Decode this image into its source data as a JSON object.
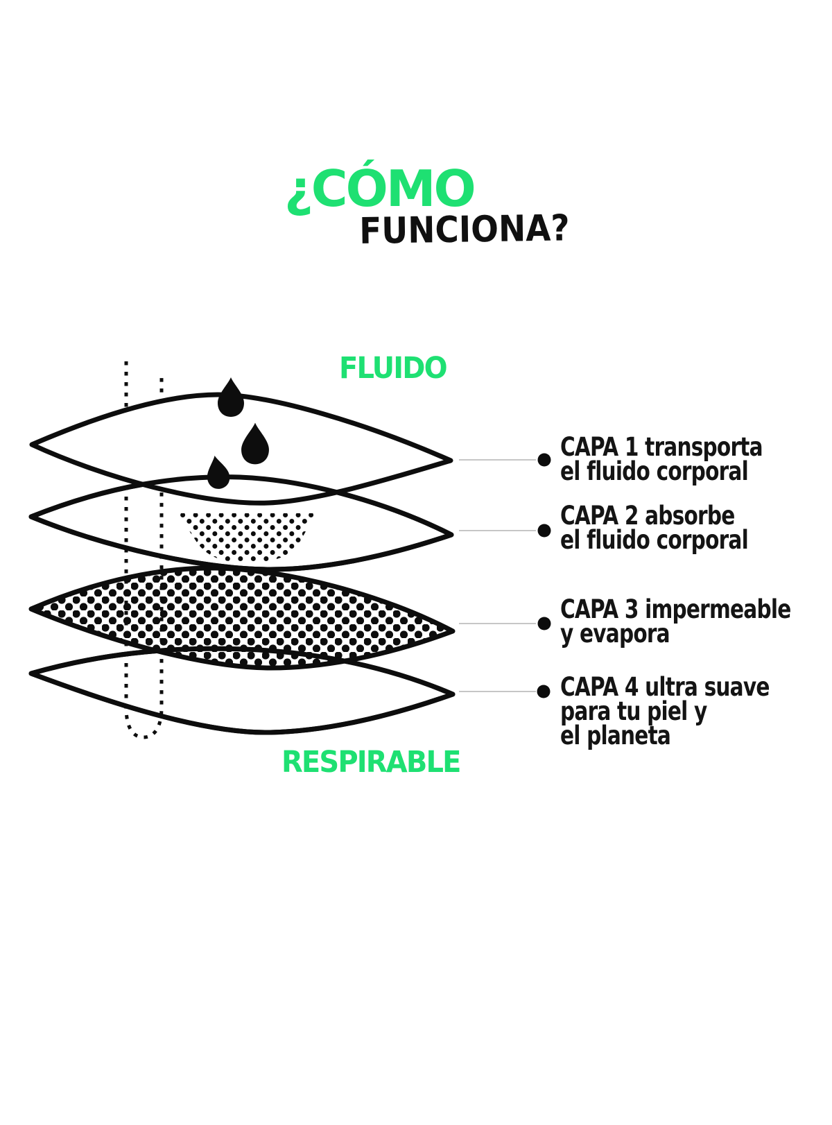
{
  "page": {
    "colors": {
      "accent": "#1ee072",
      "ink": "#141414",
      "stroke": "#0d0d0d",
      "leader": "#b3b3b3",
      "bg": "#ffffff"
    }
  },
  "title": {
    "line1": "¿CÓMO",
    "line2": "FUNCIONA?"
  },
  "diagram": {
    "top_label": "FLUIDO",
    "bottom_label": "RESPIRABLE",
    "icons": {
      "droplets": "droplet-icon",
      "absorbent_patch": "dotted-absorbent-patch",
      "waterproof_fill": "dotted-waterproof-layer",
      "flow_guide": "dashed-flow-guide"
    },
    "layers": [
      {
        "id": "capa-1",
        "lines": [
          "CAPA 1 transporta",
          "el fluido corporal"
        ]
      },
      {
        "id": "capa-2",
        "lines": [
          "CAPA 2 absorbe",
          "el fluido corporal"
        ]
      },
      {
        "id": "capa-3",
        "lines": [
          "CAPA 3 impermeable",
          "y evapora"
        ]
      },
      {
        "id": "capa-4",
        "lines": [
          "CAPA 4 ultra suave",
          "para tu piel y",
          "el planeta"
        ]
      }
    ]
  }
}
